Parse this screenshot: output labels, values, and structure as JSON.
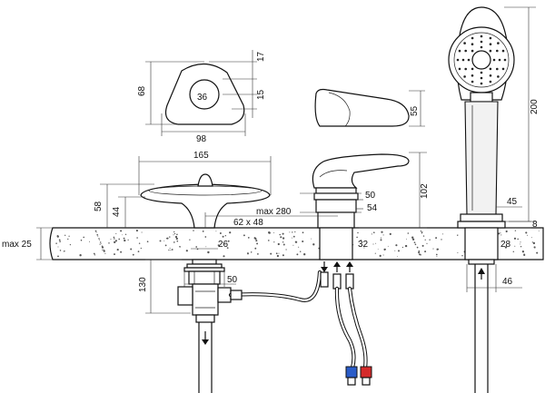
{
  "labels": {
    "handle_height": "68",
    "handle_top": "17",
    "handle_hole": "36",
    "handle_mid": "15",
    "handle_width": "98",
    "lever_height": "55",
    "spout_width": "165",
    "spout_h1": "58",
    "spout_h2": "44",
    "max_280": "max 280",
    "size_62x48": "62 x 48",
    "mixer_height": "102",
    "mixer_50": "50",
    "mixer_54": "54",
    "mixer_32": "32",
    "max_25": "max 25",
    "spout_26": "26",
    "spout_130": "130",
    "spout_50": "50",
    "shower_200": "200",
    "shower_45": "45",
    "shower_8": "8",
    "shower_28": "28",
    "shower_46": "46"
  },
  "colors": {
    "hot": "#d42a2a",
    "cold": "#2a5cc8",
    "counter_speckle": "#555555"
  }
}
